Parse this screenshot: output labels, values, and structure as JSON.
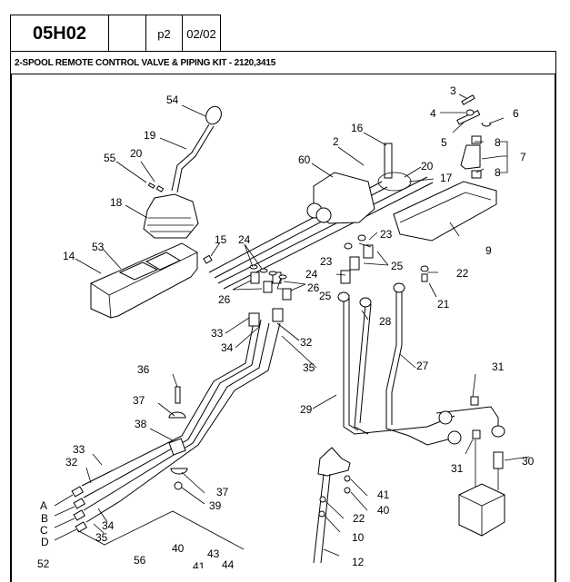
{
  "header": {
    "code": "05H02",
    "blank": "",
    "page": "p2",
    "sheet": "02/02"
  },
  "title": "2-SPOOL REMOTE CONTROL VALVE & PIPING KIT - 2120,3415",
  "diagram": {
    "callouts": {
      "c54": "54",
      "c19": "19",
      "c55": "55",
      "c20a": "20",
      "c18": "18",
      "c53": "53",
      "c14": "14",
      "c15": "15",
      "c3": "3",
      "c4": "4",
      "c6": "6",
      "c16": "16",
      "c2": "2",
      "c5": "5",
      "c8a": "8",
      "c7": "7",
      "c8b": "8",
      "c60": "60",
      "c20b": "20",
      "c17": "17",
      "c23a": "23",
      "c9": "9",
      "c24a": "24",
      "c24b": "24",
      "c23b": "23",
      "c25a": "25",
      "c22a": "22",
      "c26a": "26",
      "c26b": "26",
      "c25b": "25",
      "c21": "21",
      "c28": "28",
      "c33a": "33",
      "c32a": "32",
      "c34a": "34",
      "c35a": "35",
      "c27": "27",
      "c36": "36",
      "c31a": "31",
      "c37a": "37",
      "c38": "38",
      "c29": "29",
      "c33b": "33",
      "c32b": "32",
      "c31b": "31",
      "c30": "30",
      "c37b": "37",
      "c39": "39",
      "c41a": "41",
      "c40a": "40",
      "c34b": "34",
      "c35b": "35",
      "c22b": "22",
      "c10": "10",
      "c12": "12",
      "cA": "A",
      "cB": "B",
      "cC": "C",
      "cD": "D",
      "c52": "52",
      "c56": "56",
      "c40b": "40",
      "c43": "43",
      "c41b": "41",
      "c44": "44"
    }
  }
}
